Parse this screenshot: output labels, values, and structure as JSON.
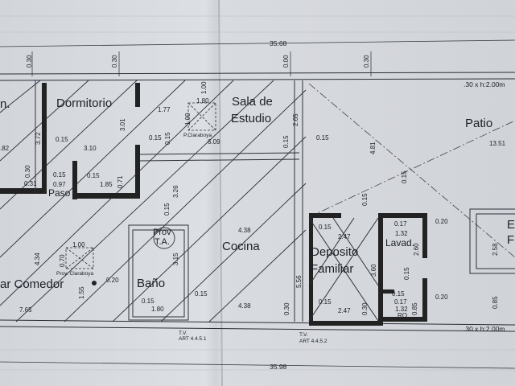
{
  "top": {
    "total": "35.68",
    "marks": [
      "0.30",
      "0.30",
      "0.00",
      "0.30"
    ]
  },
  "bottom": {
    "total": "35.98"
  },
  "rooms": {
    "dormitorio": "Dormitorio",
    "sala_line1": "Sala de",
    "sala_line2": "Estudio",
    "patio": "Patio",
    "cocina": "Cocina",
    "deposito_line1": "Deposito",
    "deposito_line2": "Familiar",
    "lavad": "Lavad.",
    "bano": "Baño",
    "comedor": "ar Comedor",
    "paso": "Paso",
    "left_frag": "n.",
    "right_frag1": "E",
    "right_frag2": "F",
    "prov_line1": "Prov",
    "prov_line2": "T.A.",
    "ro": "RO"
  },
  "notes": {
    "claraboya_upper": "P.Claraboya",
    "claraboya_lower": "Proy. Claraboya",
    "tv1_line1": "T.V.",
    "tv1_line2": "ART 4.4.5.1",
    "tv2_line1": "T.V.",
    "tv2_line2": "ART 4.4.5.2",
    "wall_top": ".30 x h:2.00m",
    "wall_bottom": ".30 x h:2.00m"
  },
  "dims": {
    "d_082": ".82",
    "d_372": "3.72",
    "d_015a": "0.15",
    "d_310": "3.10",
    "d_301": "3.01",
    "d_177": "1.77",
    "d_100a": "1.00",
    "d_180a": "1.80",
    "d_015b": "0.15",
    "d_015c": "0.15",
    "d_609": "6.09",
    "d_265": "2.65",
    "d_015d": "0.15",
    "d_015e": "0.15",
    "d_481": "4.81",
    "d_1351": "13.51",
    "d_030a": "0.30",
    "d_031": "0.31",
    "d_015f": "0.15",
    "d_015g": "0.15",
    "d_097": "0.97",
    "d_185": "1.85",
    "d_071": "0.71",
    "d_326": "3.26",
    "d_015h": "0.15",
    "d_015i": "0.15",
    "d_015j": "0.15",
    "d_020a": "0.20",
    "d_100b": "1.00",
    "d_070": "0.70",
    "d_315": "3.15",
    "d_438a": "4.38",
    "d_556": "5.56",
    "d_015k": "0.15",
    "d_247a": "2.47",
    "d_017a": "0.17",
    "d_132a": "1.32",
    "d_260": "2.60",
    "d_258": "2.58",
    "d_434": "4.34",
    "d_020b": "0.20",
    "d_155": "1.55",
    "d_015l": "0.15",
    "d_360": "3.60",
    "d_015m": "0.15",
    "d_020c": "0.20",
    "d_015n": "0.15",
    "d_180b": "1.80",
    "d_015o": "0.15",
    "d_438b": "4.38",
    "d_030b": "0.30",
    "d_015p": "0.15",
    "d_247b": "2.47",
    "d_030c": "0.30",
    "d_017b": "0.17",
    "d_132b": "1.32",
    "d_085": "0.85",
    "d_085b": "0.85",
    "d_765": "7.65"
  }
}
